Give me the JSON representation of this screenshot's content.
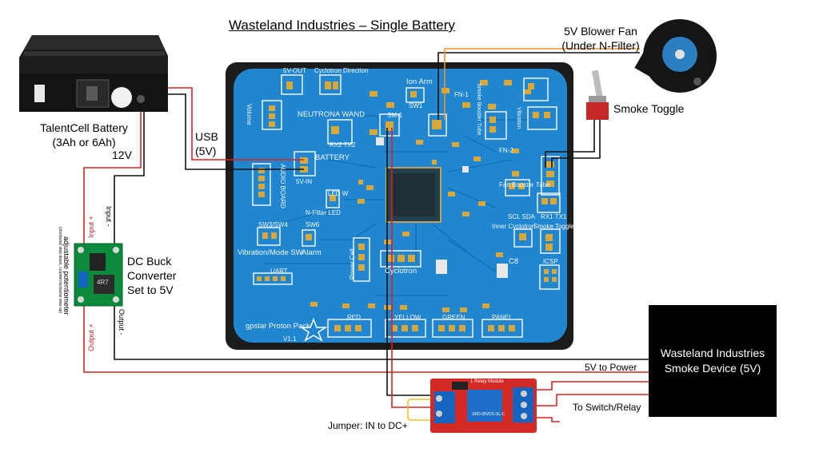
{
  "title": "Wasteland Industries – Single Battery",
  "battery": {
    "line1": "TalentCell Battery",
    "line2": "(3Ah or 6Ah)"
  },
  "wires": {
    "usb_line1": "USB",
    "usb_line2": "(5V)",
    "v12": "12V",
    "to_power": "5V to Power",
    "to_switch": "To Switch/Relay",
    "jumper": "Jumper: IN to DC+"
  },
  "fan": {
    "line1": "5V Blower Fan",
    "line2": "(Under N-Filter)"
  },
  "toggle": {
    "label": "Smoke Toggle"
  },
  "buck": {
    "line1": "DC Buck",
    "line2": "Converter",
    "line3": "Set to 5V",
    "input_plus": "Input +",
    "input_minus": "Input -",
    "output_plus": "Output +",
    "output_minus": "Output -",
    "pot_label": "adjustable potentiometer",
    "pot_sub": "(clockwise step-down, counterclockwise step-up)",
    "chip": "4R7"
  },
  "smoke_device": {
    "line1": "Wasteland Industries",
    "line2": "Smoke Device (5V)"
  },
  "board": {
    "name": "gpstar Proton Pack",
    "version": "V1.1",
    "labels": {
      "v5out": "5V-OUT",
      "cyclotron_dir": "Cyclotron Direction",
      "ion_arm": "Ion Arm",
      "sw1": "SW1",
      "fn1": "FN-1",
      "smoke_booster": "Smoke Booster Tube",
      "volume": "Volume",
      "neutrona_wand": "NEUTRONA WAND",
      "rx2tx2": "RX2 TX2",
      "sm1": "SM-1",
      "battery": "BATTERY",
      "v5in": "5V-IN",
      "audio_board": "AUDIO BOARD",
      "led_w": "LED W",
      "nfilter_led": "N-Filter LED",
      "vibration": "Vibration",
      "fn2": "FN-2",
      "fan_booster": "Fan Booster Tube",
      "scl_sda": "SCL  SDA",
      "rx1tx1": "RX1 TX1",
      "sw3sw4": "SW3/SW4",
      "sw6": "SW6",
      "vib_mode": "Vibration/Mode SW",
      "alarm": "Alarm",
      "inner_cyclotron": "Inner Cyclotron",
      "smoke_toggle": "Smoke Toggle",
      "power_cell": "Power Cell",
      "cyclotron": "Cyclotron",
      "c8": "C8",
      "icsp": "ICSP",
      "uart": "UART",
      "red": "RED",
      "yellow": "YELLOW",
      "green": "GREEN",
      "panel": "PANEL"
    }
  },
  "relay": {
    "text1": "1 Relay Module",
    "text2": "SRD-05VDC-SL-C"
  },
  "colors": {
    "pcb": "#1f86cf",
    "pcb_edge": "#1a1a1a",
    "wire_red": "#e02020",
    "wire_black": "#111111",
    "relay": "#d42a25",
    "buck": "#0a8a3a"
  }
}
